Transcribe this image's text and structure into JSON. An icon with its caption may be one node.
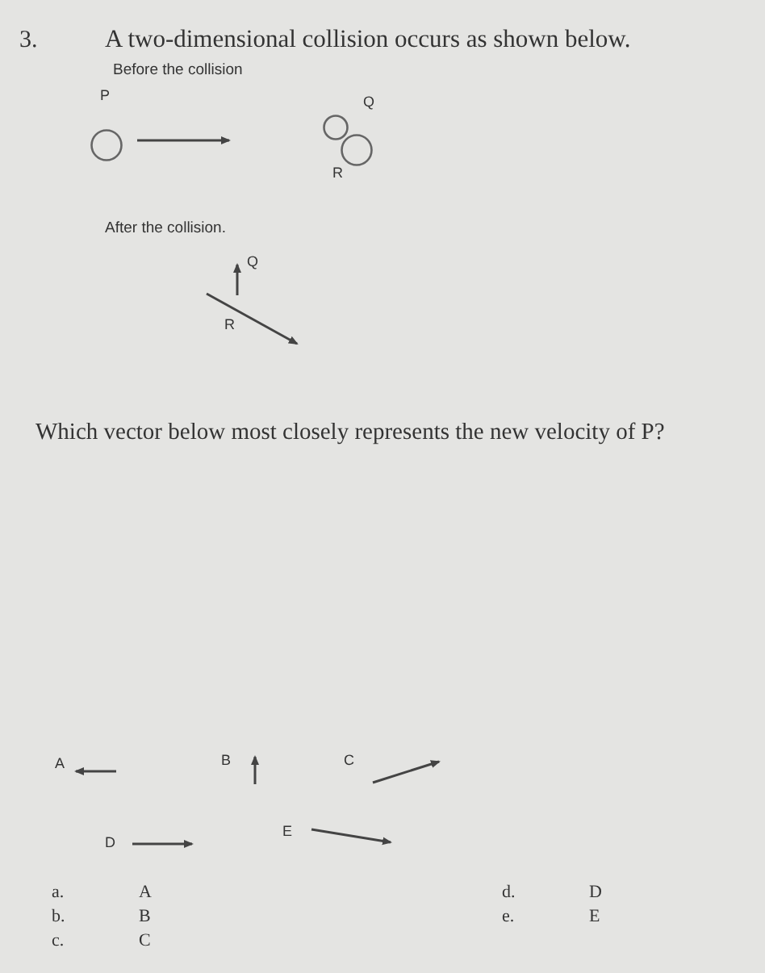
{
  "diagram": {
    "title": "A two-dimensional collision occurs as shown below.",
    "nodes": [
      {
        "text": [],
        "shape": "circle",
        "beside": [
          "P"
        ]
      },
      {
        "text": [],
        "shape": "circle",
        "beside": [
          "Q"
        ]
      },
      {
        "text": [],
        "shape": "circle",
        "beside": [
          "R"
        ]
      }
    ],
    "edges": [],
    "labels": [
      "3.",
      "Before the collision",
      "After the collision.",
      "Q",
      "R",
      "Which vector below most closely represents the new velocity of P?",
      "A",
      "B",
      "C",
      "D",
      "E",
      "a.",
      "A",
      "d.",
      "D",
      "b.",
      "B",
      "e.",
      "E",
      "c.",
      "C"
    ]
  }
}
